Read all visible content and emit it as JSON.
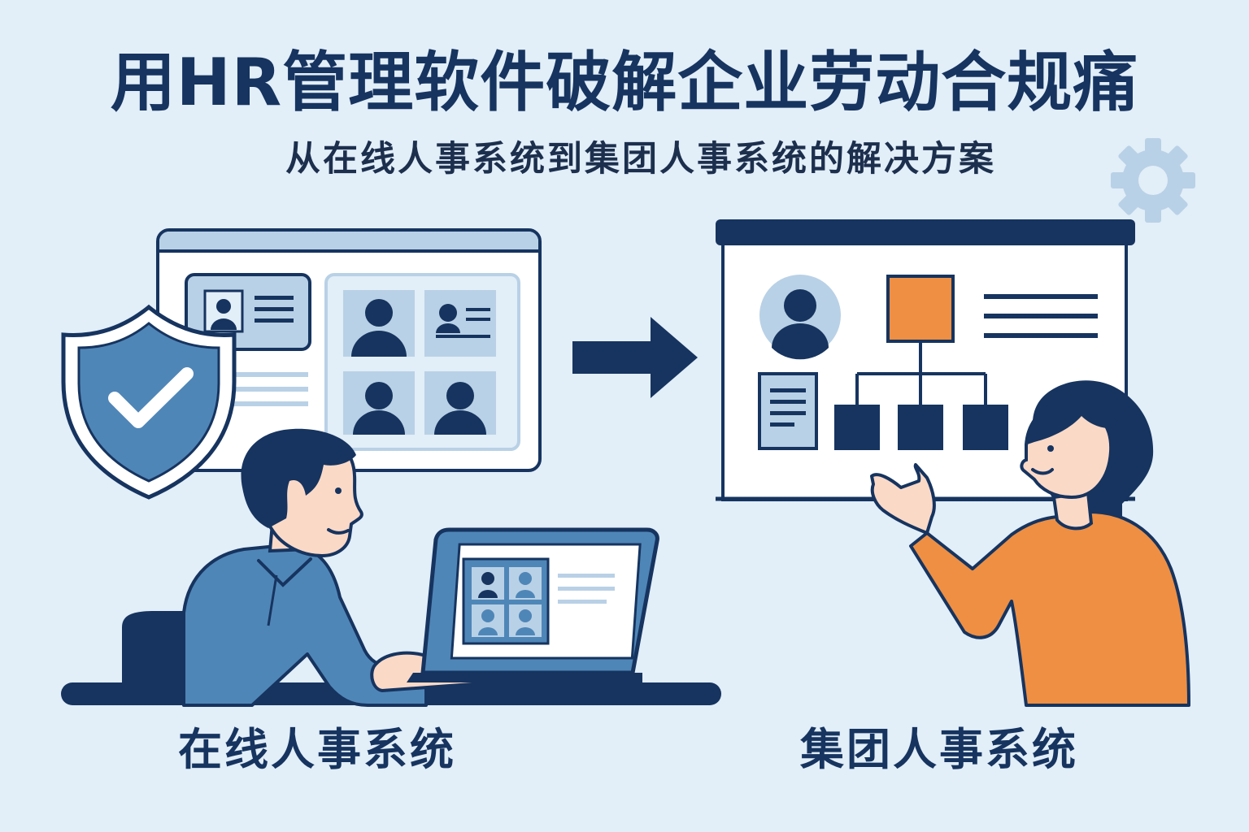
{
  "header": {
    "title": "用HR管理软件破解企业劳动合规痛",
    "subtitle": "从在线人事系统到集团人事系统的解决方案"
  },
  "left_panel": {
    "caption": "在线人事系统"
  },
  "right_panel": {
    "caption": "集团人事系统"
  },
  "icons": [
    "gear-icon",
    "shield-check-icon",
    "arrow-right-icon",
    "person-icon",
    "document-icon",
    "org-chart-icon"
  ],
  "colors": {
    "background": "#e2eef8",
    "navy": "#16345f",
    "blue": "#4f86b8",
    "light_blue": "#b9d1e6",
    "orange": "#ee8f43",
    "skin": "#fbd9c7"
  }
}
